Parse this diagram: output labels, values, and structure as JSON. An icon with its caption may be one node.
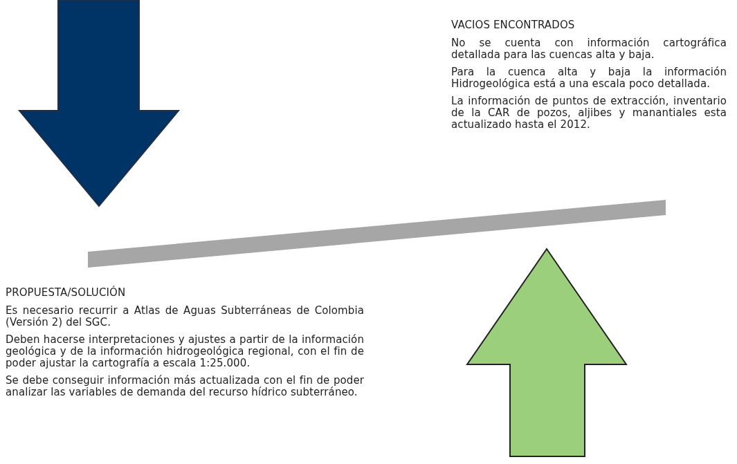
{
  "diagram": {
    "labels": [
      "VACIOS ENCONTRADOS",
      "No se cuenta con información cartográfica detallada para las cuencas alta y baja.",
      "Para la cuenca alta y baja la información Hidrogeológica está a una escala poco detallada.",
      "La información de puntos de extracción, inventario de la CAR de pozos, aljibes y manantiales esta actualizado hasta el 2012.",
      "PROPUESTA/SOLUCIÓN",
      "Es necesario recurrir a Atlas de Aguas Subterráneas de Colombia (Versión 2) del SGC.",
      "Deben hacerse interpretaciones y ajustes a partir de la información geológica y de la información hidrogeológica regional, con el fin de poder ajustar la cartografía a escala 1:25.000.",
      "Se debe conseguir información más actualizada con el fin de poder analizar las variables de demanda del recurso hídrico subterráneo."
    ]
  }
}
